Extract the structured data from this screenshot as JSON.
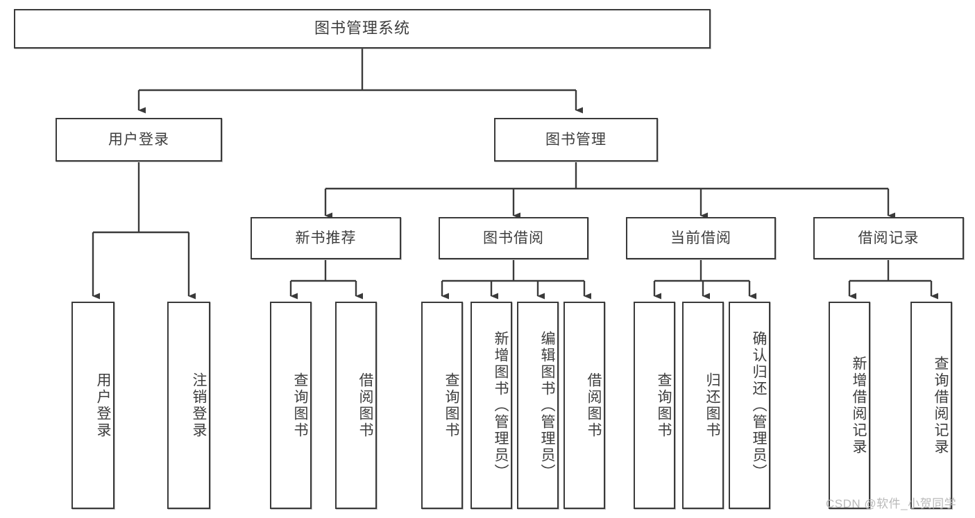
{
  "diagram": {
    "type": "tree",
    "title": "图书管理系统",
    "orientation": "top-down",
    "colors": {
      "box_border": "#3a3a3a",
      "box_fill": "#ffffff",
      "text": "#3d3d3d",
      "connector": "#3a3a3a",
      "background": "#ffffff",
      "watermark": "#b9b9b9"
    },
    "root": {
      "label": "图书管理系统"
    },
    "level1": [
      {
        "label": "用户登录"
      },
      {
        "label": "图书管理"
      }
    ],
    "level2": [
      {
        "label": "新书推荐"
      },
      {
        "label": "图书借阅"
      },
      {
        "label": "当前借阅"
      },
      {
        "label": "借阅记录"
      }
    ],
    "leaves": {
      "user_login": [
        {
          "label": "用户登录"
        },
        {
          "label": "注销登录"
        }
      ],
      "new_book_recommend": [
        {
          "label": "查询图书"
        },
        {
          "label": "借阅图书"
        }
      ],
      "book_borrow": [
        {
          "label": "查询图书"
        },
        {
          "label": "新增图书（管理员）"
        },
        {
          "label": "编辑图书（管理员）"
        },
        {
          "label": "借阅图书"
        }
      ],
      "current_borrow": [
        {
          "label": "查询图书"
        },
        {
          "label": "归还图书"
        },
        {
          "label": "确认归还（管理员）"
        }
      ],
      "borrow_record": [
        {
          "label": "新增借阅记录"
        },
        {
          "label": "查询借阅记录"
        }
      ]
    }
  },
  "watermark": {
    "text": "CSDN @软件_小贺同学"
  }
}
